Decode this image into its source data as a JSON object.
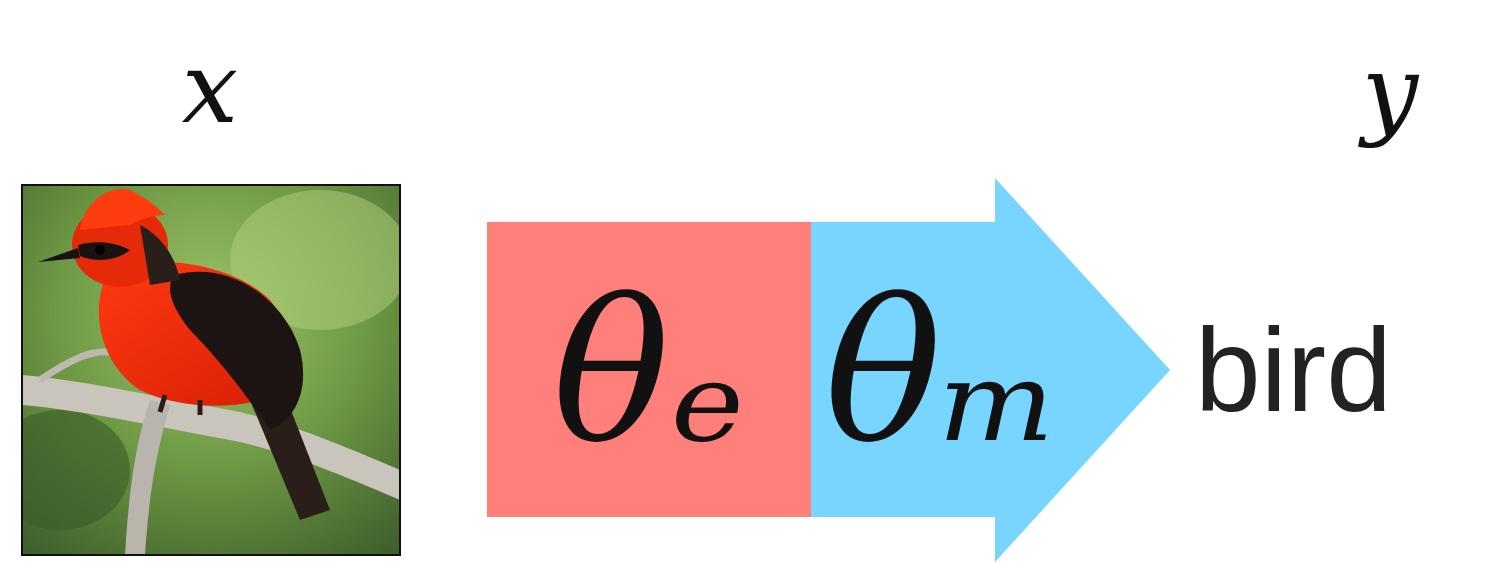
{
  "diagram": {
    "nodes": [
      {
        "text": [
          "θₑ"
        ]
      },
      {
        "text": [
          "θₘ"
        ]
      }
    ],
    "edges": [],
    "labels": [
      "x",
      "y",
      "bird"
    ]
  }
}
